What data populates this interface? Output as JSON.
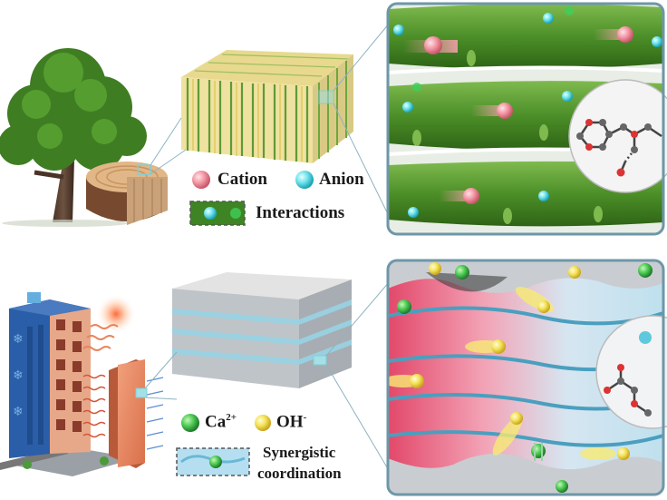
{
  "legend_top": {
    "cation": "Cation",
    "anion": "Anion",
    "interactions": "Interactions"
  },
  "legend_bottom": {
    "ca_base": "Ca",
    "ca_sup": "2+",
    "oh_base": "OH",
    "oh_sup": "-",
    "synergistic_line1": "Synergistic",
    "synergistic_line2": "coordination"
  },
  "colors": {
    "cation": "#f08a95",
    "anion": "#5fd6e0",
    "calcium": "#3fbf4f",
    "hydroxide": "#f2e04c",
    "fiber_green": "#4f8f2a",
    "panel_border": "#6d97a8"
  }
}
